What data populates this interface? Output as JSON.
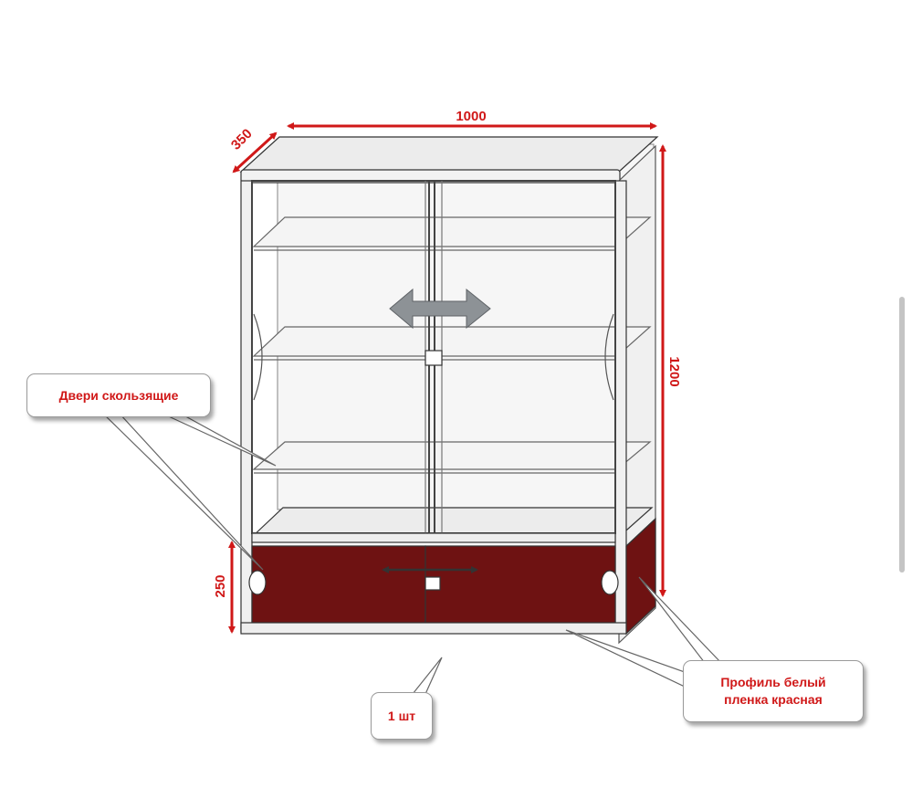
{
  "dimensions": {
    "width": "1000",
    "depth": "350",
    "height": "1200",
    "base_height": "250"
  },
  "callouts": {
    "doors": "Двери  скользящие",
    "profile": "Профиль белый\nпленка красная",
    "quantity": "1 шт"
  },
  "colors": {
    "dimension": "#d01818",
    "drawer": "#6e1212",
    "frame": "#e6e6e6",
    "outline": "#333333"
  }
}
